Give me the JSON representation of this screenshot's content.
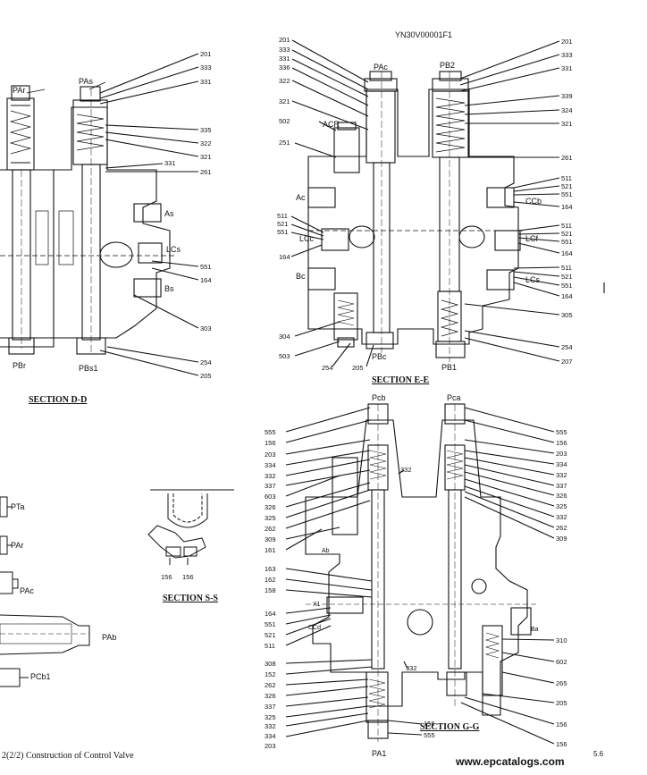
{
  "header": {
    "drawing_code": "YN30V00001F1"
  },
  "sections": {
    "dd": {
      "title": "SECTION D-D"
    },
    "ee": {
      "title": "SECTION E-E"
    },
    "ss": {
      "title": "SECTION S-S"
    },
    "gg": {
      "title": "SECTION G-G"
    }
  },
  "footer": {
    "caption": "2(2/2)  Construction of Control Valve",
    "page_number": "5.6",
    "watermark": "www.epcatalogs.com"
  },
  "dd_ports": [
    "PAr",
    "PAs",
    "As",
    "LCs",
    "Bs",
    "PBr",
    "PBs1"
  ],
  "dd_callouts": [
    "201",
    "333",
    "331",
    "335",
    "322",
    "321",
    "331",
    "261",
    "551",
    "164",
    "303",
    "254",
    "205"
  ],
  "ee_ports": [
    "PAc",
    "PB2",
    "ACR",
    "Ac",
    "LCc",
    "Bc",
    "PBc",
    "PB1",
    "CCb",
    "LCf",
    "LCs"
  ],
  "ee_callouts_left": [
    "201",
    "333",
    "331",
    "336",
    "322",
    "321",
    "502",
    "251",
    "511",
    "521",
    "551",
    "164",
    "304",
    "503",
    "254",
    "205"
  ],
  "ee_callouts_right": [
    "201",
    "333",
    "331",
    "339",
    "324",
    "321",
    "261",
    "511",
    "521",
    "551",
    "164",
    "511",
    "521",
    "551",
    "164",
    "511",
    "521",
    "551",
    "164",
    "305",
    "254",
    "207"
  ],
  "ss_callouts": [
    "156",
    "156"
  ],
  "left_fragment_ports": [
    "PTa",
    "PAr",
    "PAc",
    "PAb",
    "PCb1"
  ],
  "gg_ports": [
    "Pcb",
    "Pca",
    "Ab",
    "Ba",
    "X1",
    "CCd",
    "PA1"
  ],
  "gg_callouts_left": [
    "555",
    "156",
    "203",
    "334",
    "332",
    "337",
    "603",
    "326",
    "325",
    "262",
    "309",
    "161",
    "163",
    "162",
    "158",
    "164",
    "551",
    "521",
    "511",
    "308",
    "152",
    "262",
    "326",
    "337",
    "325",
    "332",
    "334",
    "203"
  ],
  "gg_callouts_right": [
    "555",
    "156",
    "203",
    "334",
    "332",
    "337",
    "326",
    "325",
    "332",
    "262",
    "309",
    "310",
    "602",
    "265",
    "205",
    "156",
    "156"
  ],
  "gg_callouts_inner": [
    "332",
    "332",
    "156",
    "555"
  ],
  "colors": {
    "ink": "#111111",
    "paper": "#ffffff",
    "watermark": "#222222"
  }
}
